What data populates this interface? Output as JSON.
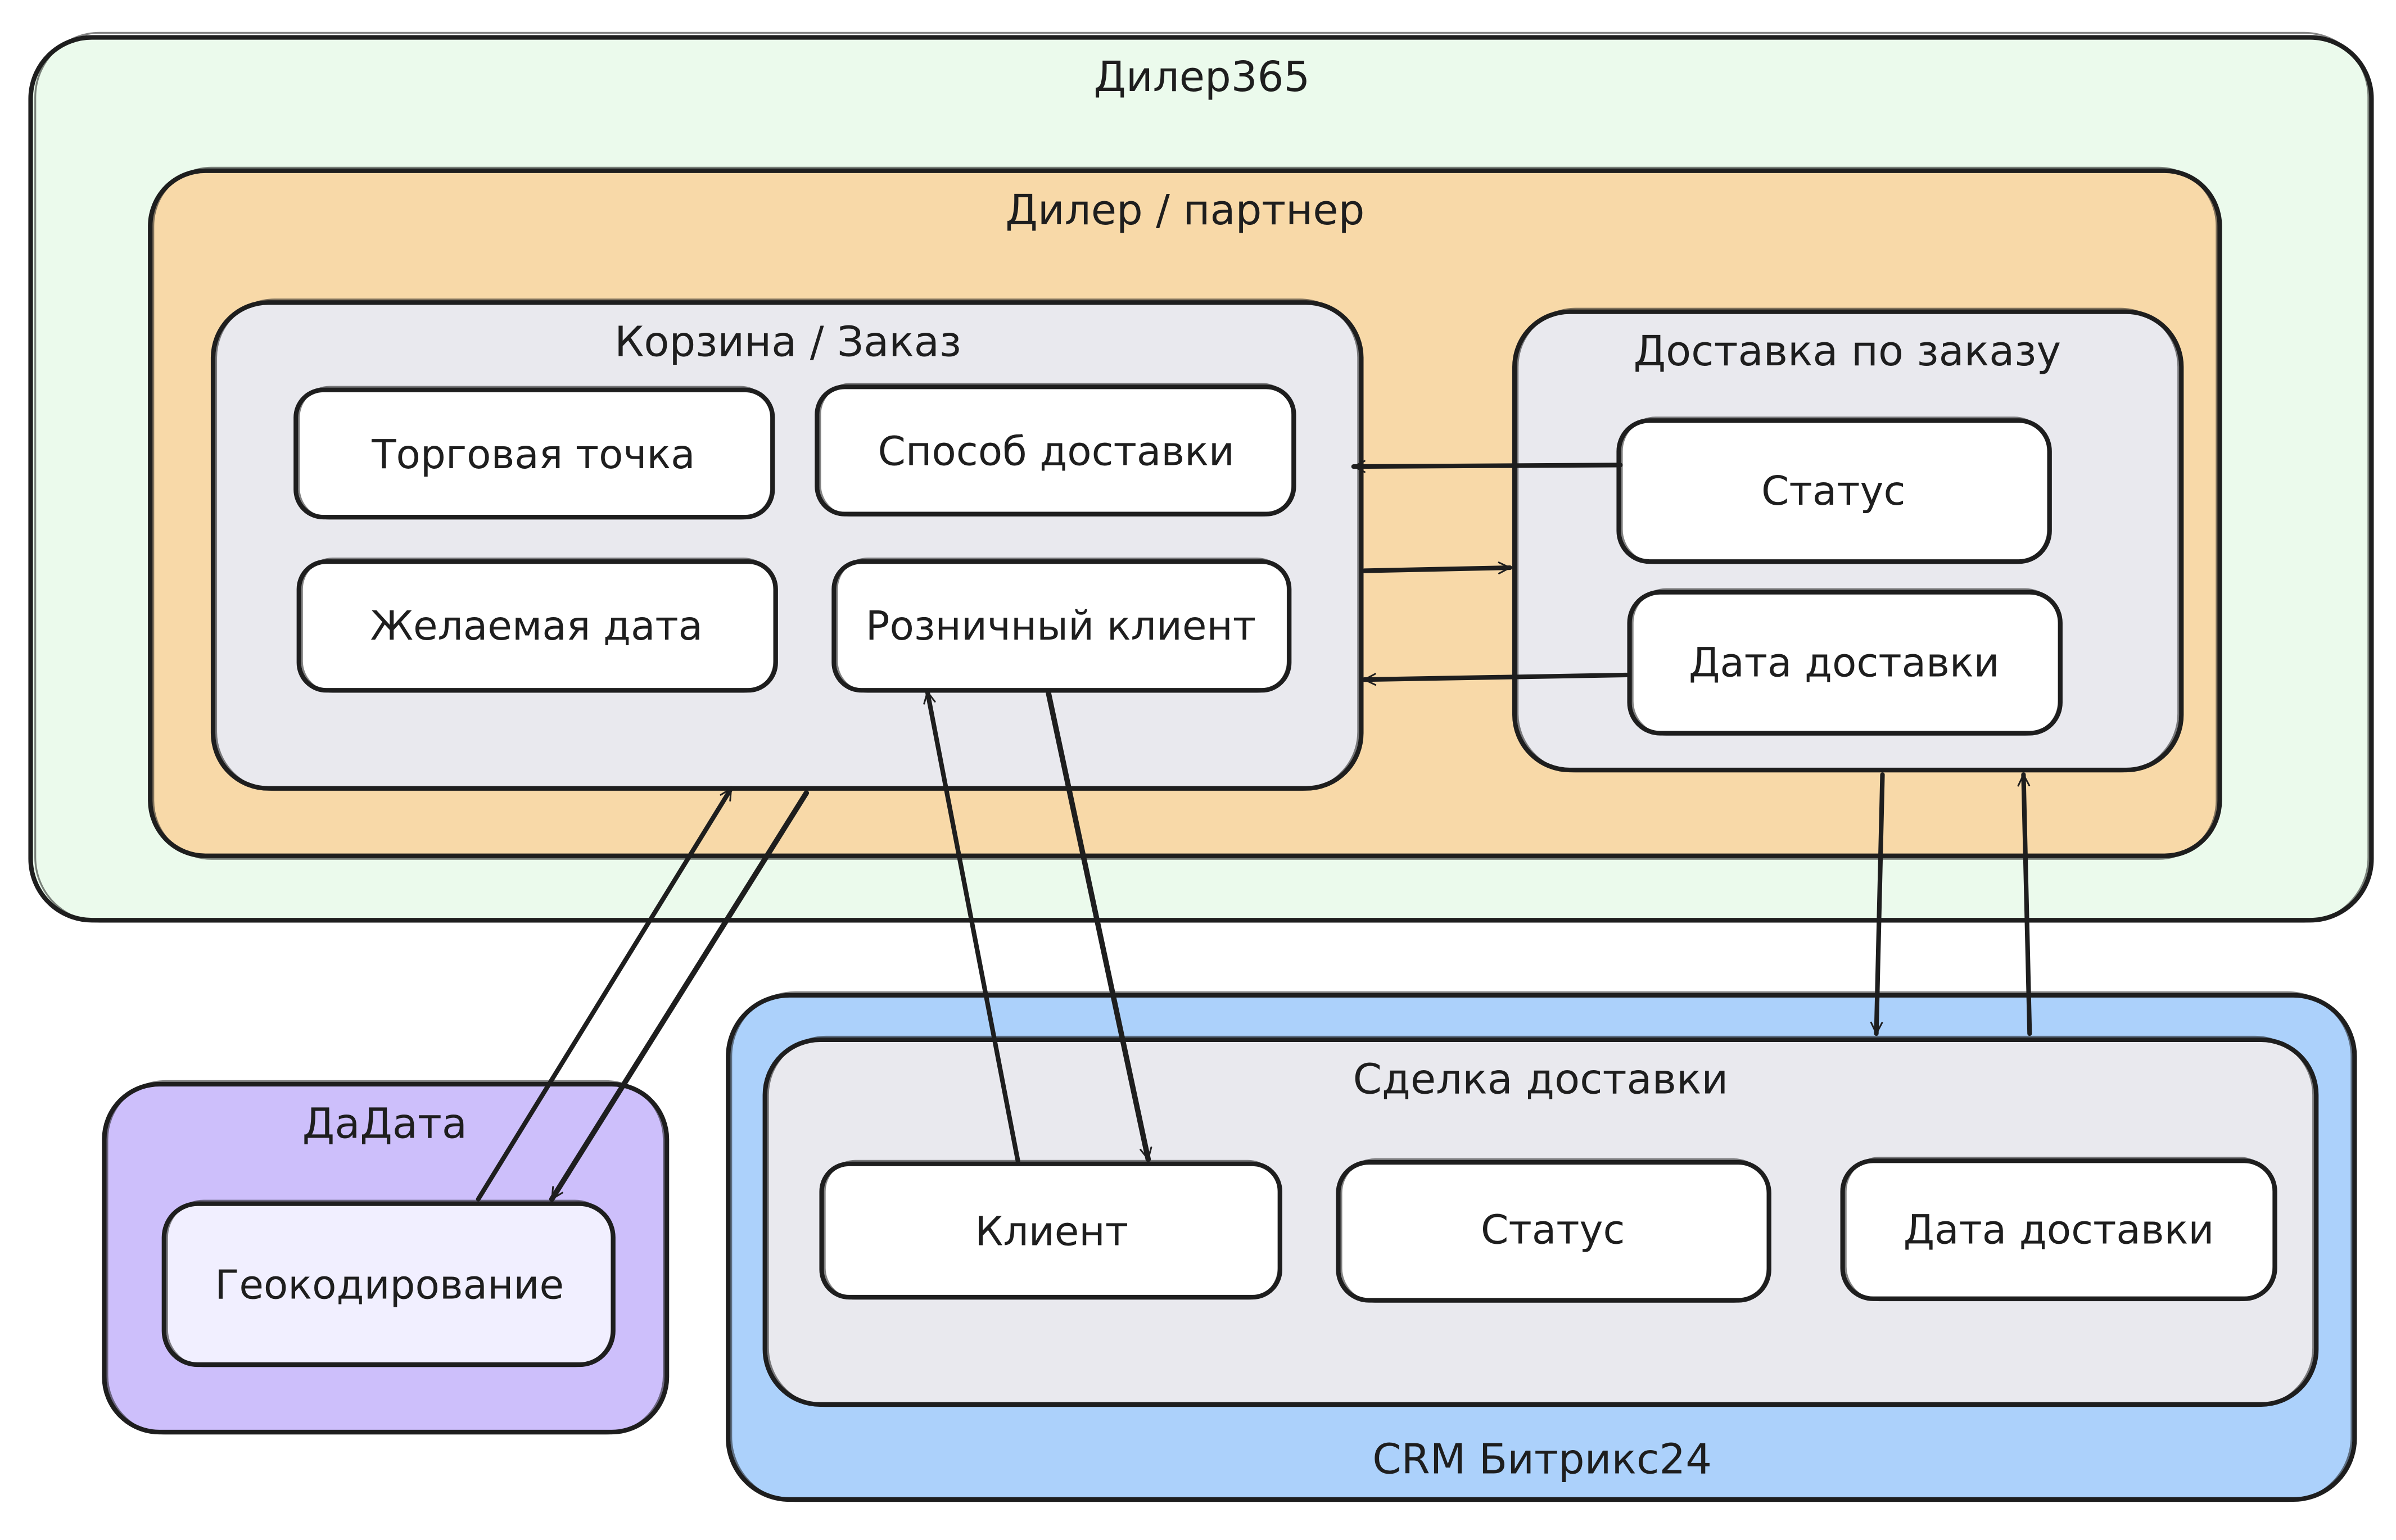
{
  "containers": {
    "diler365": {
      "title": "Дилер365",
      "fill": "#ebfaec"
    },
    "partner": {
      "title": "Дилер / партнер",
      "fill": "#f8d9a8"
    },
    "cart": {
      "title": "Корзина / Заказ",
      "fill": "#e9e9ee"
    },
    "delivery": {
      "title": "Доставка по заказу",
      "fill": "#e9e9ee"
    },
    "dadata": {
      "title": "ДаДата",
      "fill": "#cdbffb"
    },
    "crm": {
      "title": "CRM Битрикс24",
      "fill": "#acd1fb"
    },
    "deal": {
      "title": "Сделка доставки",
      "fill": "#e9e9ee"
    }
  },
  "nodes": {
    "trade_point": "Торговая точка",
    "delivery_method": "Способ доставки",
    "desired_date": "Желаемая дата",
    "retail_client": "Розничный клиент",
    "order_status": "Статус",
    "order_delivery_date": "Дата доставки",
    "geocoding": "Геокодирование",
    "deal_client": "Клиент",
    "deal_status": "Статус",
    "deal_delivery_date": "Дата доставки"
  },
  "colors": {
    "node_fill": "#ffffff",
    "geocoding_fill": "#f1efff",
    "stroke": "#1e1e1e"
  }
}
